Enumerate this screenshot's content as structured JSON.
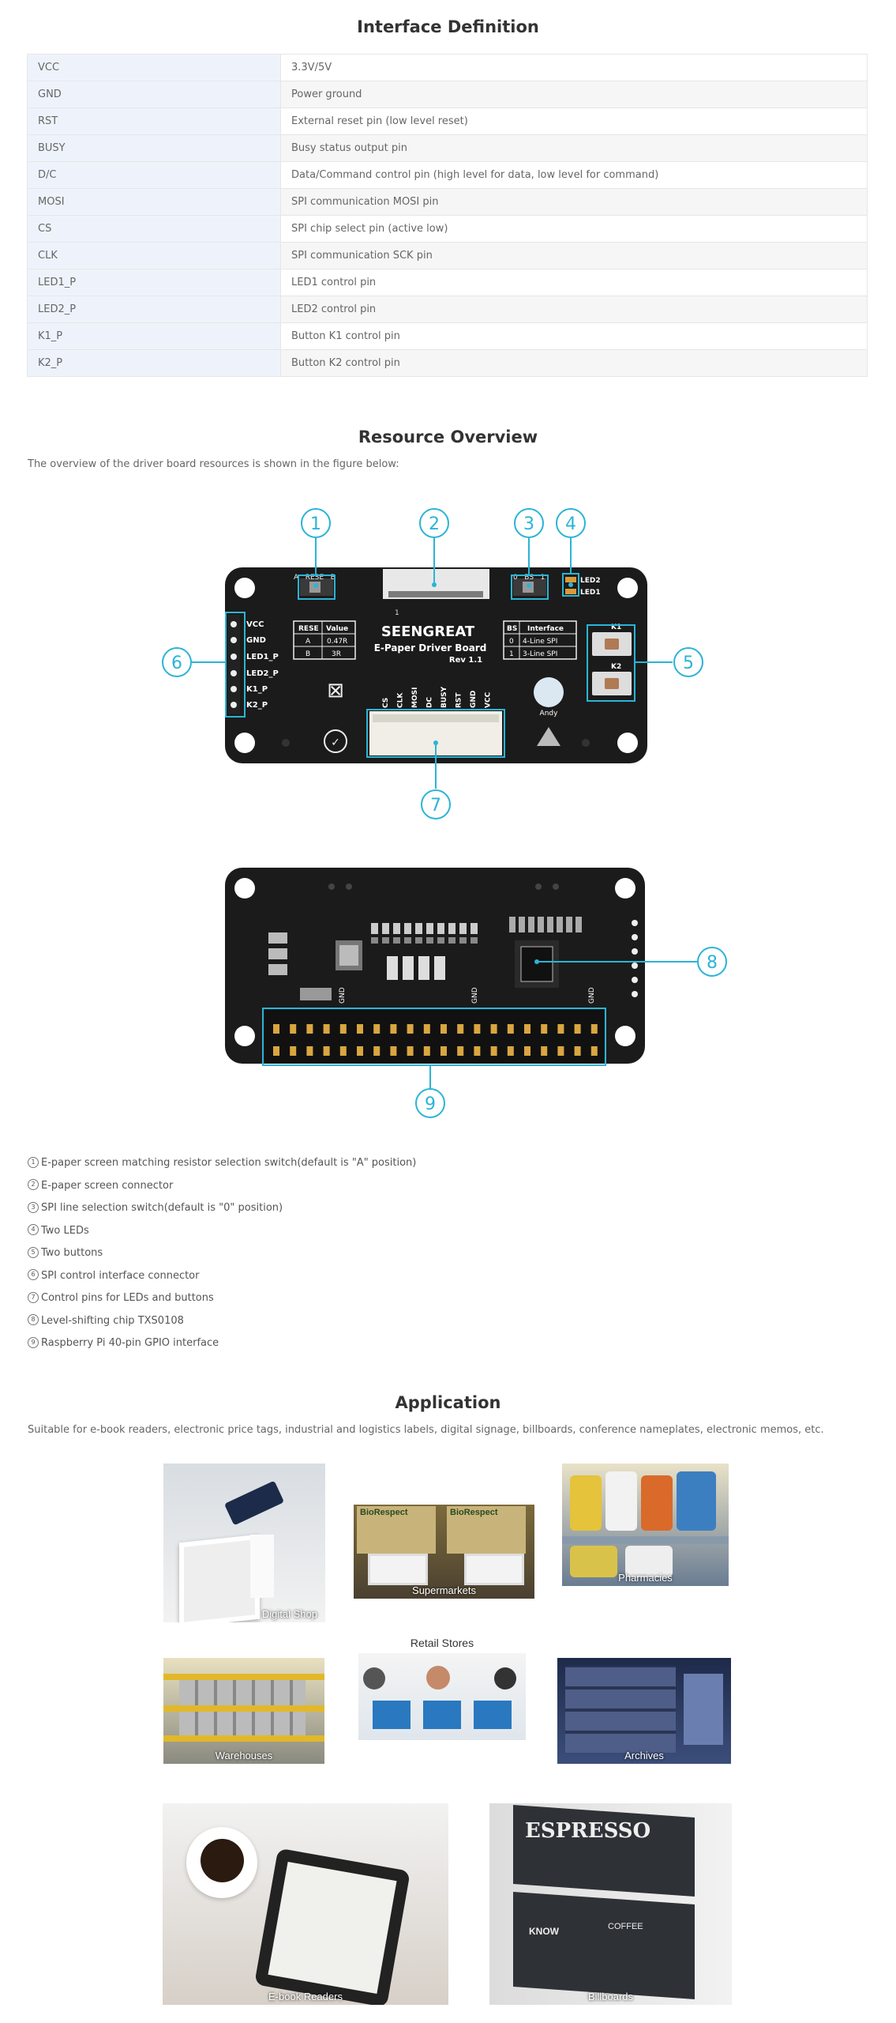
{
  "interface": {
    "title": "Interface Definition",
    "rows": [
      {
        "pin": "VCC",
        "desc": "3.3V/5V"
      },
      {
        "pin": "GND",
        "desc": "Power ground"
      },
      {
        "pin": "RST",
        "desc": "External reset pin (low level reset)"
      },
      {
        "pin": "BUSY",
        "desc": "Busy status output pin"
      },
      {
        "pin": "D/C",
        "desc": "Data/Command control pin (high level for data, low level for command)"
      },
      {
        "pin": "MOSI",
        "desc": "SPI communication MOSI pin"
      },
      {
        "pin": "CS",
        "desc": "SPI chip select pin (active low)"
      },
      {
        "pin": "CLK",
        "desc": "SPI communication SCK pin"
      },
      {
        "pin": "LED1_P",
        "desc": "LED1 control pin"
      },
      {
        "pin": "LED2_P",
        "desc": "LED2 control pin"
      },
      {
        "pin": "K1_P",
        "desc": "Button K1 control pin"
      },
      {
        "pin": "K2_P",
        "desc": "Button K2 control pin"
      }
    ]
  },
  "resources": {
    "title": "Resource Overview",
    "intro": "The overview of the driver board resources is shown in the figure below:",
    "board_front": {
      "brand": "SEENGREAT",
      "product": "E-Paper Driver Board",
      "rev": "Rev 1.1",
      "rese_label": "A   RESE   B",
      "bs_label": "0   BS   1",
      "rese_table": [
        [
          "RESE",
          "Value"
        ],
        [
          "A",
          "0.47R"
        ],
        [
          "B",
          "3R"
        ]
      ],
      "bs_table": [
        [
          "BS",
          "Interface"
        ],
        [
          "0",
          "4-Line SPI"
        ],
        [
          "1",
          "3-Line SPI"
        ]
      ],
      "left_pins": [
        "VCC",
        "GND",
        "LED1_P",
        "LED2_P",
        "K1_P",
        "K2_P"
      ],
      "bottom_pins": [
        "CS",
        "CLK",
        "MOSI",
        "DC",
        "BUSY",
        "RST",
        "GND",
        "VCC"
      ],
      "led_labels": [
        "LED2",
        "LED1"
      ],
      "button_labels": [
        "K1",
        "K2"
      ],
      "signature": "Andy",
      "connector_pin1": "1",
      "callouts": [
        "1",
        "2",
        "3",
        "4",
        "5",
        "6",
        "7"
      ]
    },
    "board_back": {
      "gnd_labels": [
        "GND",
        "GND",
        "GND"
      ],
      "callouts": [
        "8",
        "9"
      ]
    },
    "list": [
      {
        "num": "1",
        "text": "E-paper screen matching resistor selection switch(default is \"A\" position)"
      },
      {
        "num": "2",
        "text": "E-paper screen connector"
      },
      {
        "num": "3",
        "text": "SPI line selection switch(default is \"0\" position)"
      },
      {
        "num": "4",
        "text": "Two LEDs"
      },
      {
        "num": "5",
        "text": "Two buttons"
      },
      {
        "num": "6",
        "text": "SPI control interface connector"
      },
      {
        "num": "7",
        "text": "Control pins for LEDs and buttons"
      },
      {
        "num": "8",
        "text": "Level-shifting chip TXS0108"
      },
      {
        "num": "9",
        "text": "Raspberry Pi 40-pin GPIO interface"
      }
    ]
  },
  "application": {
    "title": "Application",
    "intro": "Suitable for e-book readers, electronic price tags, industrial and logistics labels, digital signage, billboards, conference nameplates, electronic memos, etc.",
    "photos": {
      "digital_shop": "Digital Shop",
      "supermarkets": "Supermarkets",
      "pharmacies": "Pharmacies",
      "retail_stores": "Retail Stores",
      "warehouses": "Warehouses",
      "archives": "Archives",
      "ebook_readers": "E-book Readers",
      "billboards": "Billboards"
    },
    "supermarket_tags": [
      "BioRespect",
      "BioRespect"
    ],
    "menu_board_title": "ESPRESSO",
    "menu_board_words": [
      "KNOW",
      "COFFEE"
    ]
  },
  "colors": {
    "accent": "#2bb4d6",
    "board": "#1b1b1b",
    "pin_cell": "#eef3fb"
  }
}
